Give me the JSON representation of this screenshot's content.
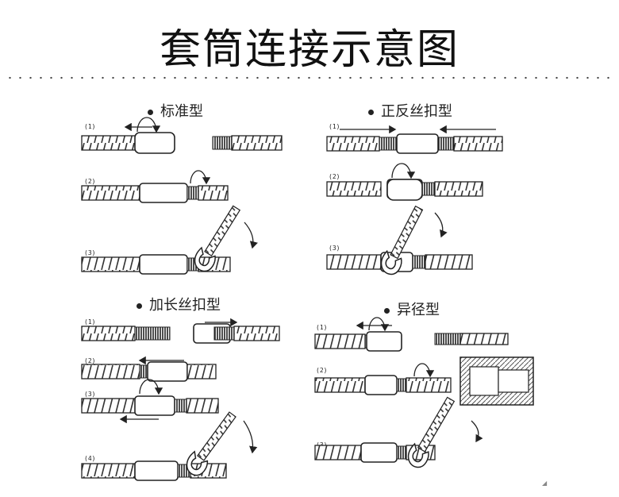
{
  "title": "套筒连接示意图",
  "panels": {
    "standard": {
      "label": "标准型",
      "steps": [
        "(1)",
        "(2)",
        "(3)"
      ]
    },
    "reverse": {
      "label": "正反丝扣型",
      "steps": [
        "(1)",
        "(2)",
        "(3)"
      ]
    },
    "extended": {
      "label": "加长丝扣型",
      "steps": [
        "(1)",
        "(2)",
        "(3)",
        "(4)"
      ]
    },
    "reducing": {
      "label": "异径型",
      "steps": [
        "(1)",
        "(2)",
        "(3)"
      ]
    }
  },
  "footnote": "◢"
}
